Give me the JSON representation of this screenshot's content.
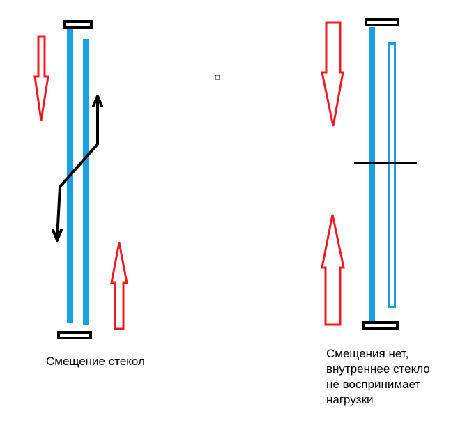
{
  "colors": {
    "arrow": "#ed1c24",
    "glass": "#18a0e2",
    "clamp": "#000000",
    "displacement_arrow": "#000000",
    "background": "#ffffff"
  },
  "left_panel": {
    "caption": "Смещение стекол"
  },
  "right_panel": {
    "caption_lines": [
      "Смещения нет,",
      "внутреннее стекло",
      "не воспринимает",
      "нагрузки"
    ]
  }
}
